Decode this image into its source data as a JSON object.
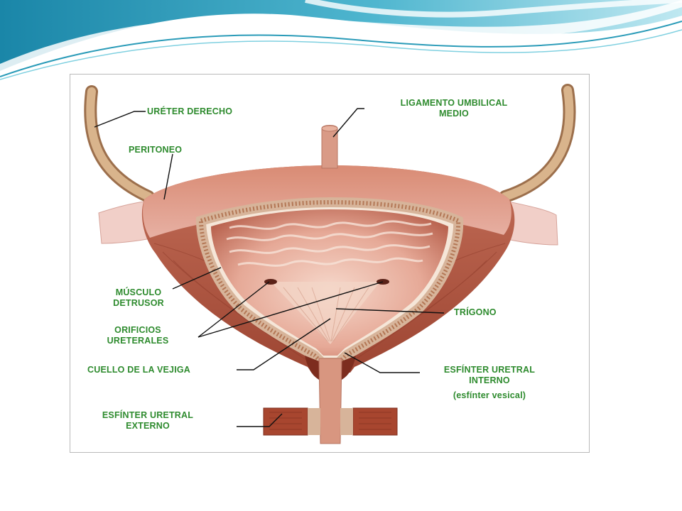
{
  "theme": {
    "header_gradient": [
      "#1a86a8",
      "#6cc9dc",
      "#e6f6fb"
    ],
    "label_color": "#2e8b2e",
    "tissue_color": "#c9735f",
    "muscle_color": "#a8462f",
    "peritoneum_color": "#e8b4b0"
  },
  "diagram": {
    "labels": {
      "ureter_derecho": "URÉTER DERECHO",
      "ligamento_line1": "LIGAMENTO UMBILICAL",
      "ligamento_line2": "MEDIO",
      "peritoneo": "PERITONEO",
      "musculo_line1": "MÚSCULO",
      "musculo_line2": "DETRUSOR",
      "trigono": "TRÍGONO",
      "orificios_line1": "ORIFICIOS",
      "orificios_line2": "URETERALES",
      "cuello": "CUELLO DE LA VEJIGA",
      "esf_int_line1": "ESFÍNTER URETRAL",
      "esf_int_line2": "INTERNO",
      "esf_int_note": "(esfínter vesical)",
      "esf_ext_line1": "ESFÍNTER URETRAL",
      "esf_ext_line2": "EXTERNO"
    }
  }
}
